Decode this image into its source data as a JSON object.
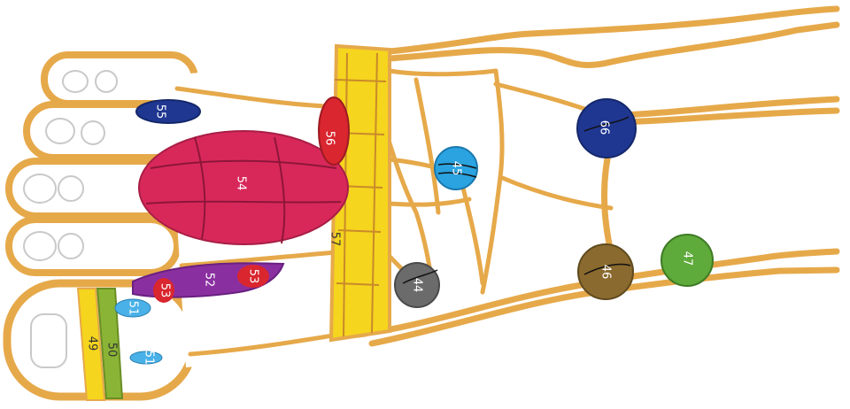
{
  "colors": {
    "background": "#ffffff",
    "outline": "#e6a94a",
    "outline_dark": "#c98a2a",
    "bone": "#ffffff",
    "yellow_band": "#f5d51d",
    "pink": "#d8285a",
    "red": "#d9262f",
    "purple": "#8a2fa0",
    "navy": "#1f3791",
    "light_blue": "#2aa3e0",
    "grey": "#6b6b6b",
    "brown": "#8a6a2e",
    "green": "#5eaa3a",
    "olive_band": "#8ab435",
    "sky": "#49b1e8"
  },
  "labels": {
    "z44": "44",
    "z45": "45",
    "z46": "46",
    "z47": "47",
    "z49": "49",
    "z50": "50",
    "z51a": "51",
    "z51b": "51",
    "z52": "52",
    "z53a": "53",
    "z53b": "53",
    "z54": "54",
    "z55": "55",
    "z56": "56",
    "z57": "57",
    "z66": "66"
  }
}
